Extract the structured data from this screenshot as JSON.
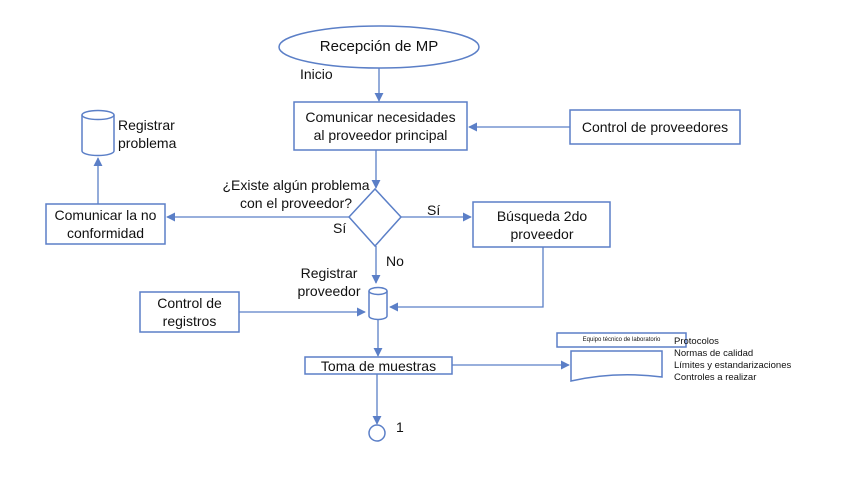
{
  "nodes": {
    "start": "Recepción de MP",
    "start_label": "Inicio",
    "communicate_needs": "Comunicar necesidades al proveedor principal",
    "supplier_control": "Control de proveedores",
    "decision_question": "¿Existe algún problema con el proveedor?",
    "register_problem": "Registrar problema",
    "nonconformity": "Comunicar la no conformidad",
    "second_supplier": "Búsqueda 2do proveedor",
    "register_supplier": "Registrar proveedor",
    "records_control": "Control de registros",
    "sampling": "Toma de muestras",
    "lab_team": "Equipo técnico de laboratorio",
    "connector": "1"
  },
  "edge_labels": {
    "yes_left": "Sí",
    "yes_right": "Sí",
    "no": "No"
  },
  "document_items": [
    "Protocolos",
    "Normas de calidad",
    "Límites y estandarizaciones",
    "Controles a realizar"
  ],
  "colors": {
    "stroke": "#5b7fc7",
    "text": "#111111",
    "background": "#ffffff"
  }
}
